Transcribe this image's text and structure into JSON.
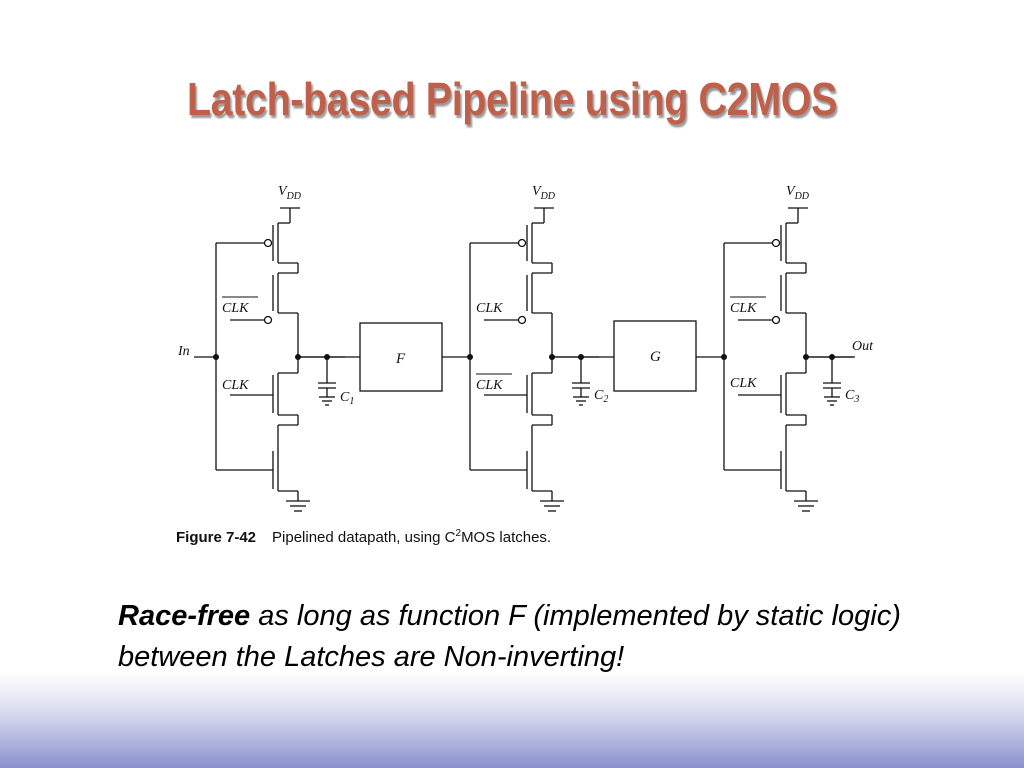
{
  "slide": {
    "title": "Latch-based Pipeline using C2MOS",
    "figure": {
      "labels": {
        "vdd_main": "V",
        "vdd_sub": "DD",
        "in": "In",
        "out": "Out",
        "clk": "CLK",
        "clk_bar": "CLK",
        "box_f": "F",
        "box_g": "G",
        "c_main": "C",
        "c1_sub": "1",
        "c2_sub": "2",
        "c3_sub": "3"
      },
      "caption_label": "Figure 7-42",
      "caption_text_a": "Pipelined datapath, using C",
      "caption_text_sup": "2",
      "caption_text_b": "MOS latches."
    },
    "body": {
      "strong": "Race-free",
      "rest": " as long as function F (implemented by static logic) between the Latches are Non-inverting!"
    }
  }
}
